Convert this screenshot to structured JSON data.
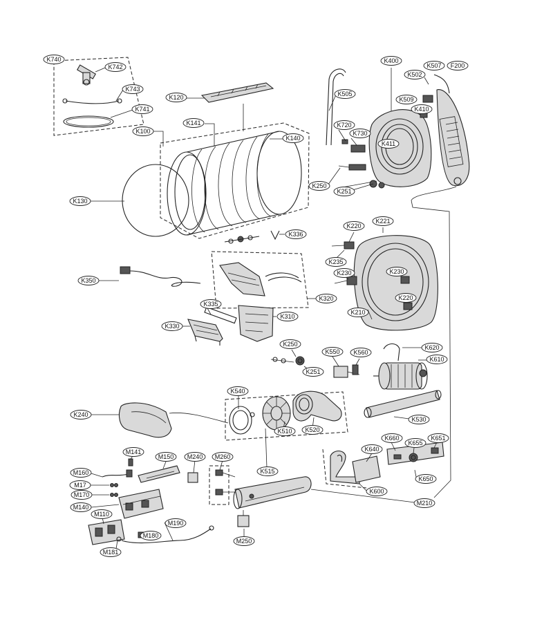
{
  "labels": [
    {
      "id": "K740",
      "text": "K740"
    },
    {
      "id": "K742",
      "text": "K742"
    },
    {
      "id": "K743",
      "text": "K743"
    },
    {
      "id": "K741",
      "text": "K741"
    },
    {
      "id": "K120",
      "text": "K120"
    },
    {
      "id": "K141",
      "text": "K141"
    },
    {
      "id": "K100",
      "text": "K100"
    },
    {
      "id": "K140",
      "text": "K140"
    },
    {
      "id": "K130",
      "text": "K130"
    },
    {
      "id": "K336",
      "text": "K336"
    },
    {
      "id": "K505",
      "text": "K505"
    },
    {
      "id": "K400",
      "text": "K400"
    },
    {
      "id": "K502",
      "text": "K502"
    },
    {
      "id": "K507",
      "text": "K507"
    },
    {
      "id": "F200",
      "text": "F200"
    },
    {
      "id": "K509",
      "text": "K509"
    },
    {
      "id": "K410",
      "text": "K410"
    },
    {
      "id": "K411",
      "text": "K411"
    },
    {
      "id": "K720",
      "text": "K720"
    },
    {
      "id": "K730",
      "text": "K730"
    },
    {
      "id": "K250a",
      "text": "K250"
    },
    {
      "id": "K251a",
      "text": "K251"
    },
    {
      "id": "K220a",
      "text": "K220"
    },
    {
      "id": "K221",
      "text": "K221"
    },
    {
      "id": "K235",
      "text": "K235"
    },
    {
      "id": "K230a",
      "text": "K230"
    },
    {
      "id": "K230b",
      "text": "K230"
    },
    {
      "id": "K220b",
      "text": "K220"
    },
    {
      "id": "K210",
      "text": "K210"
    },
    {
      "id": "K350",
      "text": "K350"
    },
    {
      "id": "K320",
      "text": "K320"
    },
    {
      "id": "K335",
      "text": "K335"
    },
    {
      "id": "K310",
      "text": "K310"
    },
    {
      "id": "K330",
      "text": "K330"
    },
    {
      "id": "K250b",
      "text": "K250"
    },
    {
      "id": "K251b",
      "text": "K251"
    },
    {
      "id": "K550",
      "text": "K550"
    },
    {
      "id": "K560",
      "text": "K560"
    },
    {
      "id": "K620",
      "text": "K620"
    },
    {
      "id": "K610",
      "text": "K610"
    },
    {
      "id": "K540",
      "text": "K540"
    },
    {
      "id": "K240",
      "text": "K240"
    },
    {
      "id": "K510",
      "text": "K510"
    },
    {
      "id": "K520",
      "text": "K520"
    },
    {
      "id": "K530",
      "text": "K530"
    },
    {
      "id": "K515",
      "text": "K515"
    },
    {
      "id": "K660",
      "text": "K660"
    },
    {
      "id": "K655",
      "text": "K655"
    },
    {
      "id": "K651",
      "text": "K651"
    },
    {
      "id": "K640",
      "text": "K640"
    },
    {
      "id": "K650",
      "text": "K650"
    },
    {
      "id": "K600",
      "text": "K600"
    },
    {
      "id": "M210",
      "text": "M210"
    },
    {
      "id": "M141",
      "text": "M141"
    },
    {
      "id": "M150",
      "text": "M150"
    },
    {
      "id": "M240",
      "text": "M240"
    },
    {
      "id": "M260",
      "text": "M260"
    },
    {
      "id": "M160",
      "text": "M160"
    },
    {
      "id": "M17",
      "text": "M17"
    },
    {
      "id": "M170",
      "text": "M170"
    },
    {
      "id": "M140",
      "text": "M140"
    },
    {
      "id": "M110",
      "text": "M110"
    },
    {
      "id": "M180",
      "text": "M180"
    },
    {
      "id": "M190",
      "text": "M190"
    },
    {
      "id": "M181",
      "text": "M181"
    },
    {
      "id": "M250",
      "text": "M250"
    }
  ]
}
